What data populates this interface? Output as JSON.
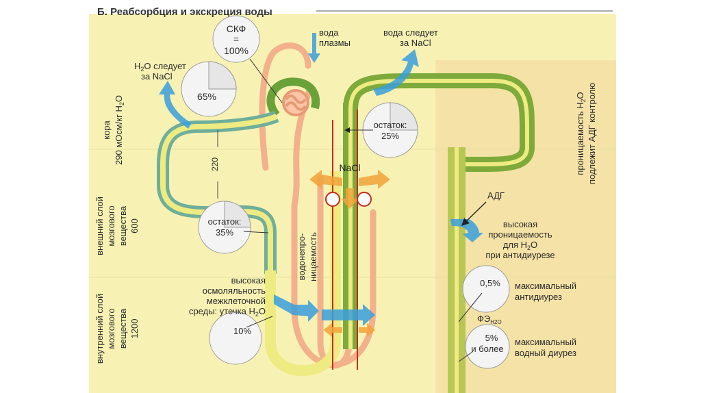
{
  "title": "Б. Реабсорбция и экскреция воды",
  "colors": {
    "background": "#f7f2b4",
    "adh_zone": "#f5e2a6",
    "tubule_green": "#7daa3a",
    "tubule_teal": "#6fae9a",
    "tubule_yellow": "#eeeb82",
    "capillary_salmon": "#f2b18b",
    "red_line": "#c8281e",
    "arrow_blue": "#3a9fdc",
    "arrow_orange": "#f3a33a"
  },
  "labels": {
    "skf": "СКФ",
    "skf_eq": "=",
    "skf_value": "100%",
    "plasma_water_1": "вода",
    "plasma_water_2": "плазмы",
    "water_follows_nacl_top_1": "вода следует",
    "water_follows_nacl_top_2": "за NaCl",
    "h2o_follows_1": "H",
    "h2o_follows_sub": "2",
    "h2o_follows_2": "O следует",
    "h2o_follows_3": "за NaCl",
    "pie_65": "65%",
    "remainder_25_label": "остаток:",
    "remainder_25_value": "25%",
    "remainder_35_label": "остаток:",
    "remainder_35_value": "35%",
    "pie_10": "10%",
    "nacl": "NaCl",
    "value_220": "220",
    "cortex_1": "кора",
    "cortex_2": "290 мОсм/кг H",
    "cortex_sub": "2",
    "cortex_3": "O",
    "outer_medulla_1": "внешний слой",
    "outer_medulla_2": "мозгового",
    "outer_medulla_3": "вещества",
    "outer_medulla_4": "600",
    "inner_medulla_1": "внутренний слой",
    "inner_medulla_2": "мозгового",
    "inner_medulla_3": "вещества",
    "inner_medulla_4": "1200",
    "impermeability_1": "водонепро-",
    "impermeability_2": "ницаемость",
    "high_osm_1": "высокая",
    "high_osm_2": "осмоляльность",
    "high_osm_3": "межклеточной",
    "high_osm_4": "среды: утечка H",
    "high_osm_sub": "2",
    "high_osm_5": "O",
    "adh_control_1": "проницаемость H",
    "adh_control_sub": "2",
    "adh_control_2": "O",
    "adh_control_3": "подлежит АДГ контролю",
    "adh": "АДГ",
    "high_perm_1": "высокая",
    "high_perm_2": "проницаемость",
    "high_perm_3": "для H",
    "high_perm_sub": "2",
    "high_perm_4": "O",
    "high_perm_5": "при антидиурезе",
    "pie_05": "0,5%",
    "max_antidiuresis_1": "максимальный",
    "max_antidiuresis_2": "антидиурез",
    "fe_main": "ФЭ",
    "fe_sub": "H2O",
    "pie_5_1": "5%",
    "pie_5_2": "и более",
    "max_water_diuresis_1": "максимальный",
    "max_water_diuresis_2": "водный диурез"
  }
}
